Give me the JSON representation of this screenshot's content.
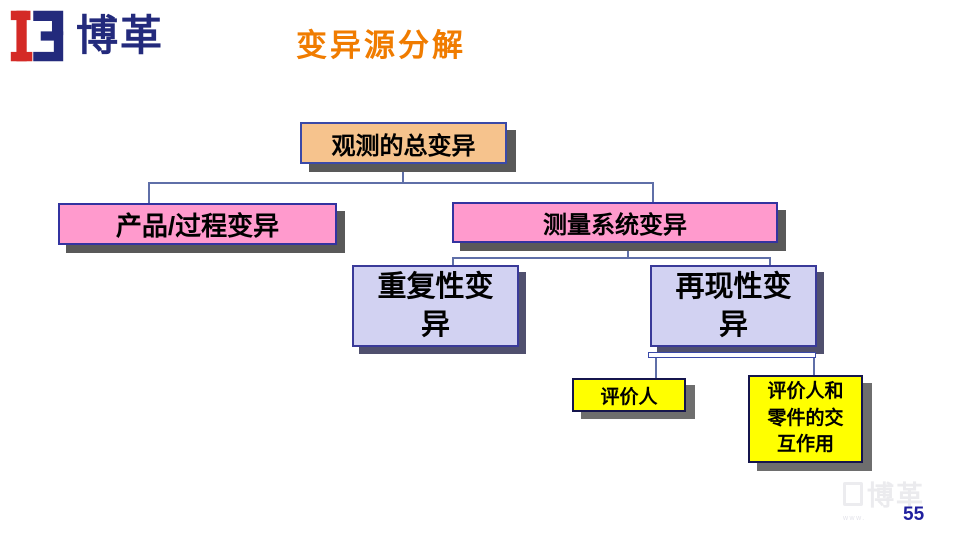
{
  "header": {
    "logo_text": "博革",
    "title": "变异源分解"
  },
  "diagram": {
    "nodes": {
      "total": {
        "label": "观测的总变异"
      },
      "product_process": {
        "label": "产品/过程变异"
      },
      "measurement_system": {
        "label": "测量系统变异"
      },
      "repeatability": {
        "label": "重复性变异",
        "lines": [
          "重复性变",
          "异"
        ]
      },
      "reproducibility": {
        "label": "再现性变异",
        "lines": [
          "再现性变",
          "异"
        ]
      },
      "appraiser": {
        "label": "评价人"
      },
      "interaction": {
        "label": "评价人和零件的交互作用",
        "lines": [
          "评价人和",
          "零件的交",
          "互作用"
        ]
      }
    }
  },
  "footer": {
    "page_number": "55",
    "watermark_text": "博革",
    "watermark_url_fragment": "www."
  },
  "colors": {
    "title_orange": "#F07C00",
    "logo_blue": "#232A7C",
    "logo_red": "#D42A26",
    "root_fill": "#F6C38D",
    "level2_fill": "#FF9ACD",
    "level3_fill": "#D2D2F2",
    "level4_fill": "#FFFF00",
    "box_border_blue": "#3A49A8",
    "yellow_box_border": "#15154D",
    "connector": "#5F6FA8",
    "shadow_gray": "#595959",
    "shadow_slate": "#50506E",
    "page_number_navy": "#1F1F9E"
  }
}
